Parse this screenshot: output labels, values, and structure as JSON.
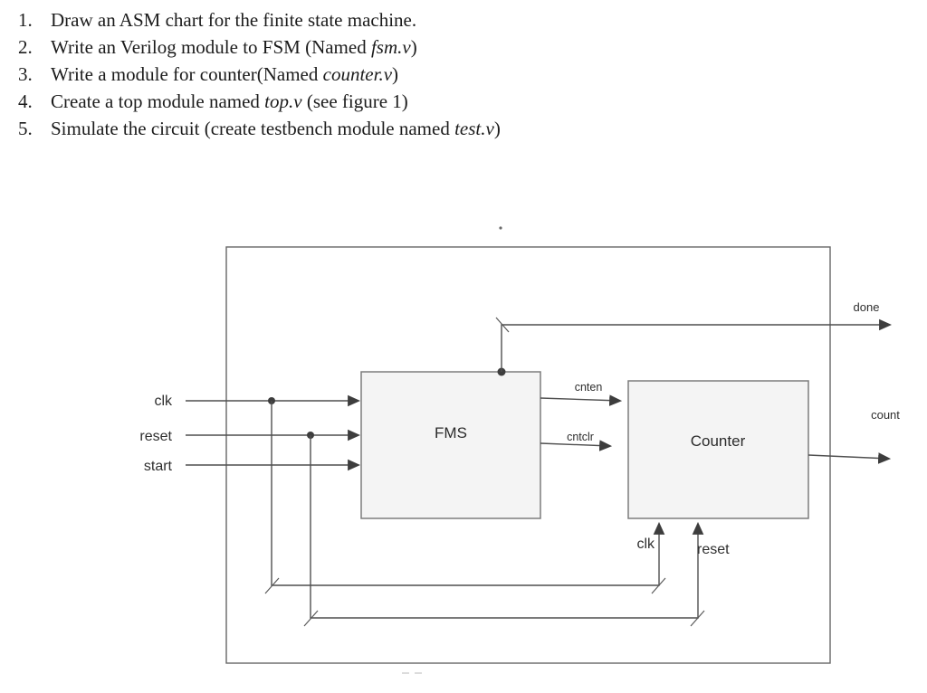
{
  "instructions": {
    "items": [
      {
        "num": "1.",
        "pre": "Draw an ASM chart for the finite state machine.",
        "italic": "",
        "post": ""
      },
      {
        "num": "2.",
        "pre": "Write an Verilog module to FSM (Named ",
        "italic": "fsm.v",
        "post": ")"
      },
      {
        "num": "3.",
        "pre": "Write a module for counter(Named ",
        "italic": "counter.v",
        "post": ")"
      },
      {
        "num": "4.",
        "pre": "Create a top module named ",
        "italic": "top.v",
        "post": " (see figure 1)"
      },
      {
        "num": "5.",
        "pre": "Simulate the circuit (create testbench module named ",
        "italic": "test.v",
        "post": ")"
      }
    ]
  },
  "diagram": {
    "fsm_block": {
      "label": "FMS"
    },
    "counter_block": {
      "label": "Counter"
    },
    "inputs": {
      "clk": "clk",
      "reset": "reset",
      "start": "start"
    },
    "outputs": {
      "done": "done",
      "count": "count"
    },
    "internal": {
      "cnten": "cnten",
      "cntclr": "cntclr",
      "counter_clk": "clk",
      "counter_reset": "reset"
    },
    "colors": {
      "line": "#4f4f4f",
      "box_fill": "#f4f4f4",
      "box_border": "#7d7d7d",
      "outer_border": "#666666",
      "label_text": "#2e2e2e"
    }
  }
}
